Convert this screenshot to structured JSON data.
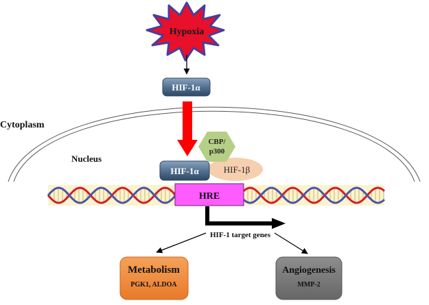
{
  "labels": {
    "stimulus": "Hypoxia",
    "hif1a_top": "HIF-1α",
    "cytoplasm": "Cytoplasm",
    "nucleus": "Nucleus",
    "coactivator_line1": "CBP/",
    "coactivator_line2": "p300",
    "hif1a_bottom": "HIF-1α",
    "hif1b": "HIF-1β",
    "hre": "HRE",
    "target_genes": "HIF-1 target genes",
    "metabolism_title": "Metabolism",
    "metabolism_genes": "PGK1, ALDOA",
    "angiogenesis_title": "Angiogenesis",
    "angiogenesis_genes": "MMP-2"
  },
  "colors": {
    "stimulus_fill": "#e8102a",
    "stimulus_stroke": "#4a3d9c",
    "hif1a_fill": "#4b6a8a",
    "hif1b_fill": "#f6cfae",
    "coactivator_fill": "#b6cf86",
    "hre_fill": "#ff5cff",
    "dna_band": "#fbf3cf",
    "dna_strand_red": "#d01f2a",
    "dna_strand_blue": "#4b55a6",
    "metabolism_fill": "#f08a3a",
    "angiogenesis_fill": "#7a7a7a",
    "red_arrow": "#ff0000"
  },
  "icons": {
    "stimulus": "starburst-icon",
    "dna": "dna-helix-icon"
  }
}
